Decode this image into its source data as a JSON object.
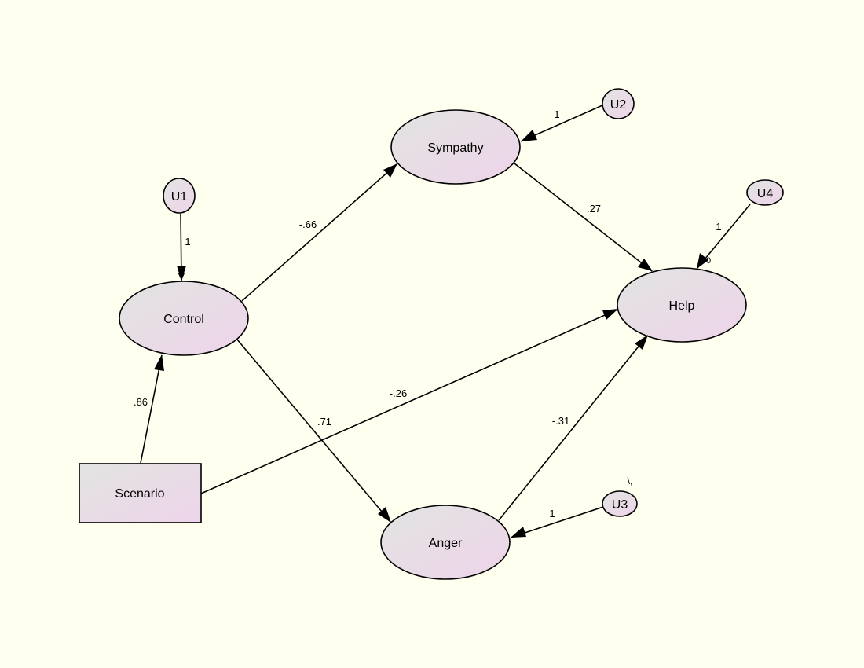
{
  "nodes": {
    "sympathy": "Sympathy",
    "control": "Control",
    "help": "Help",
    "anger": "Anger",
    "scenario": "Scenario",
    "u1": "U1",
    "u2": "U2",
    "u3": "U3",
    "u4": "U4"
  },
  "paths": {
    "u1_control": "1",
    "u2_sympathy": "1",
    "u4_help": "1",
    "u3_anger": "1",
    "control_sympathy": "-.66",
    "sympathy_help": ".27",
    "scenario_control": ".86",
    "scenario_help": "-.26",
    "control_anger": ".71",
    "anger_help": "-.31"
  },
  "marks": {
    "stray_mark": "\\,",
    "help_corner_mark": "0"
  },
  "colors": {
    "background": "#fffff0",
    "fill_start": "#e2e4e1",
    "fill_end": "#edd6ea"
  }
}
